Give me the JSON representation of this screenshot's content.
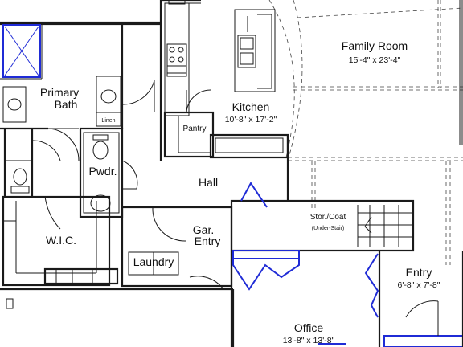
{
  "rooms": {
    "family_room": {
      "name": "Family Room",
      "dims": "15'-4\" x 23'-4\""
    },
    "primary_bath": {
      "line1": "Primary",
      "line2": "Bath"
    },
    "linen": "Linen",
    "kitchen": {
      "name": "Kitchen",
      "dims": "10'-8\" x 17'-2\""
    },
    "pantry": "Pantry",
    "powder": "Pwdr.",
    "hall": "Hall",
    "wic": "W.I.C.",
    "garage_entry": {
      "line1": "Gar.",
      "line2": "Entry"
    },
    "laundry": "Laundry",
    "storage": {
      "name": "Stor./Coat",
      "note": "(Under-Stair)"
    },
    "entry": {
      "name": "Entry",
      "dims": "6'-8\" x 7'-8\""
    },
    "office": {
      "name": "Office",
      "dims": "13'-8\" x 13'-8\""
    }
  },
  "colors": {
    "wall": "#1a1a1a",
    "accent": "#1f2bd6",
    "background": "#ffffff"
  }
}
